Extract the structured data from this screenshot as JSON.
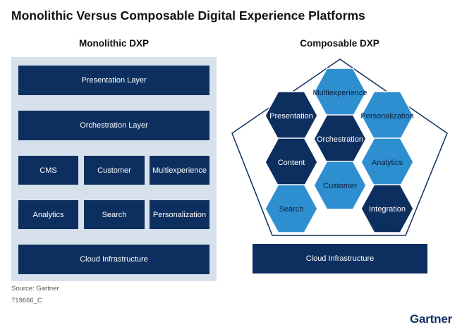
{
  "title": "Monolithic Versus Composable Digital Experience Platforms",
  "monolithic": {
    "heading": "Monolithic DXP",
    "layers": {
      "presentation": "Presentation Layer",
      "orchestration": "Orchestration Layer",
      "cms": "CMS",
      "customer": "Customer",
      "multiexperience": "Multiexperience",
      "analytics": "Analytics",
      "search": "Search",
      "personalization": "Personalization",
      "cloud": "Cloud Infrastructure"
    }
  },
  "composable": {
    "heading": "Composable DXP",
    "hexes": [
      {
        "label": "Multiexperience",
        "color": "#2e8fd0"
      },
      {
        "label": "Presentation",
        "color": "#0d2f5f"
      },
      {
        "label": "Personalization",
        "color": "#2e8fd0"
      },
      {
        "label": "Orchestration",
        "color": "#0d2f5f"
      },
      {
        "label": "Content",
        "color": "#0d2f5f"
      },
      {
        "label": "Analytics",
        "color": "#2e8fd0"
      },
      {
        "label": "Customer",
        "color": "#2e8fd0"
      },
      {
        "label": "Search",
        "color": "#2e8fd0"
      },
      {
        "label": "Integration",
        "color": "#0d2f5f"
      }
    ],
    "cloud": "Cloud Infrastructure"
  },
  "footer": {
    "source": "Source: Gartner",
    "id": "719666_C"
  },
  "logo": "Gartner",
  "colors": {
    "dark_navy": "#0d2f5f",
    "light_blue": "#2e8fd0",
    "panel_bg": "#d7e1ec"
  }
}
